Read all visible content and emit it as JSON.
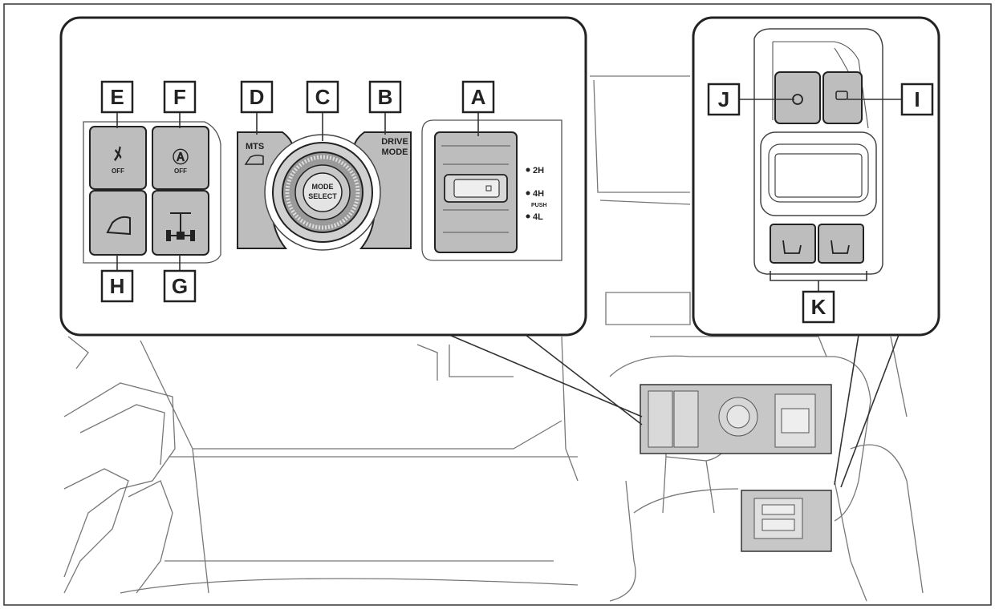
{
  "labels": {
    "A": "A",
    "B": "B",
    "C": "C",
    "D": "D",
    "E": "E",
    "F": "F",
    "G": "G",
    "H": "H",
    "I": "I",
    "J": "J",
    "K": "K"
  },
  "switch_text": {
    "mts": "MTS",
    "drive_mode": [
      "DRIVE",
      "MODE"
    ],
    "mode_select": [
      "MODE",
      "SELECT"
    ],
    "off_e": "OFF",
    "off_f": "OFF",
    "pos_2h": "2H",
    "pos_4h": "4H",
    "push": "PUSH",
    "pos_4l": "4L",
    "cruise_symbol": "Ⓐ"
  },
  "colors": {
    "switch_fill": "#bdbdbd",
    "line": "#222222",
    "background": "#ffffff"
  }
}
